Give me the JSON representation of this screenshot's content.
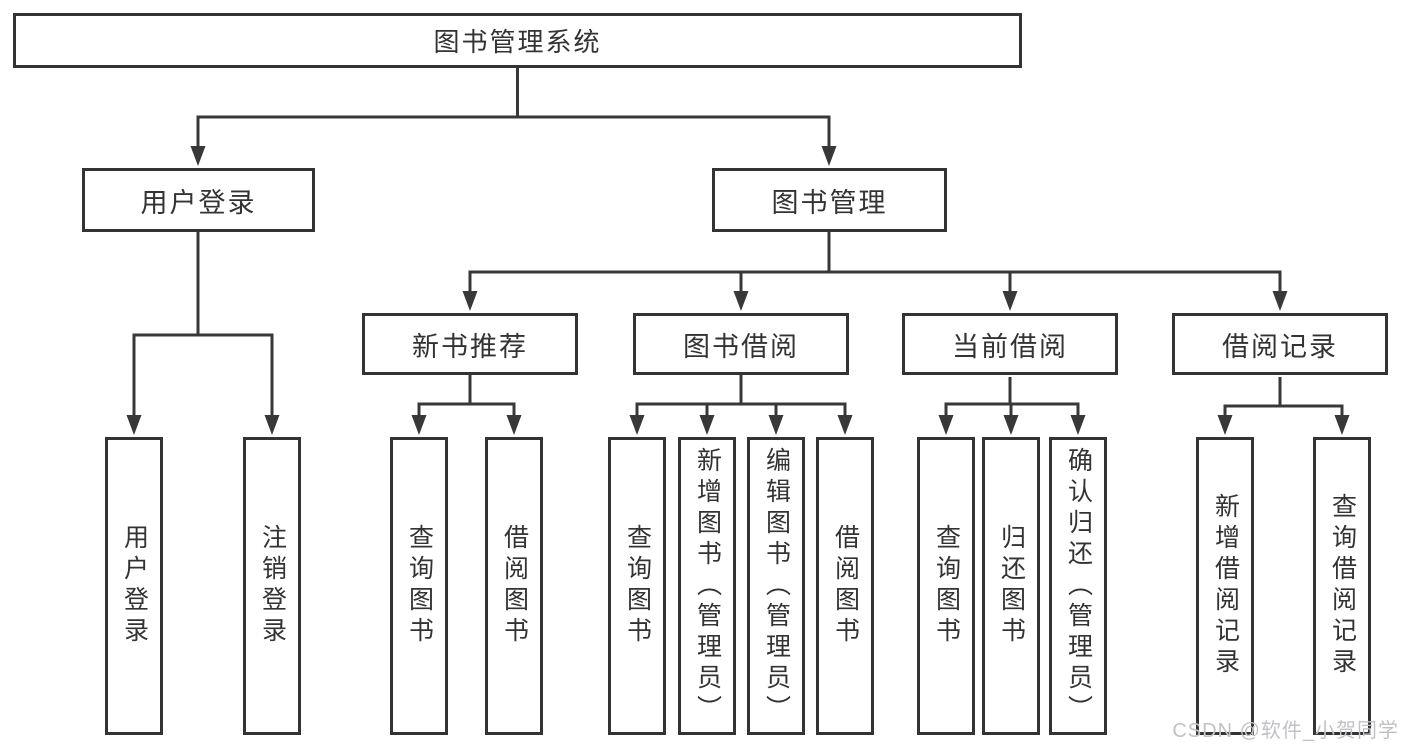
{
  "colors": {
    "background": "#ffffff",
    "box_border": "#333333",
    "connector_line": "#383838",
    "text": "#333333",
    "watermark_text": "#c2c2c6"
  },
  "tree": {
    "root": {
      "label": "图书管理系统"
    },
    "branches": [
      {
        "label": "用户登录",
        "children": [
          {
            "label": "用户登录"
          },
          {
            "label": "注销登录"
          }
        ]
      },
      {
        "label": "图书管理",
        "children": [
          {
            "label": "新书推荐",
            "children": [
              {
                "label": "查询图书"
              },
              {
                "label": "借阅图书"
              }
            ]
          },
          {
            "label": "图书借阅",
            "children": [
              {
                "label": "查询图书"
              },
              {
                "label": "新增图书（管理员）"
              },
              {
                "label": "编辑图书（管理员）"
              },
              {
                "label": "借阅图书"
              }
            ]
          },
          {
            "label": "当前借阅",
            "children": [
              {
                "label": "查询图书"
              },
              {
                "label": "归还图书"
              },
              {
                "label": "确认归还（管理员）"
              }
            ]
          },
          {
            "label": "借阅记录",
            "children": [
              {
                "label": "新增借阅记录"
              },
              {
                "label": "查询借阅记录"
              }
            ]
          }
        ]
      }
    ]
  },
  "watermark": {
    "text": "CSDN @软件_小贺同学"
  }
}
